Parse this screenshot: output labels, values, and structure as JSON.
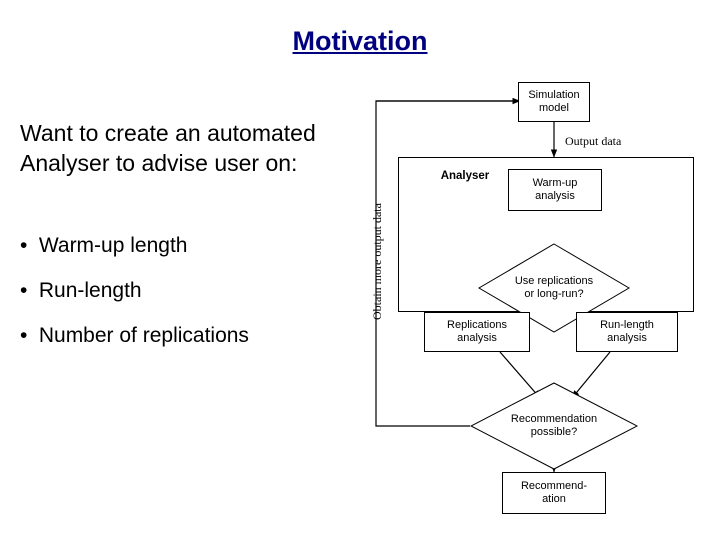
{
  "slide": {
    "title": "Motivation",
    "title_color": "#000080",
    "background": "#ffffff"
  },
  "left_panel": {
    "lead_text": "Want to create an automated Analyser to advise user on:",
    "bullet_marker": "•",
    "bullets": [
      "Warm-up length",
      "Run-length",
      "Number of replications"
    ]
  },
  "flowchart": {
    "nodes": [
      {
        "id": "simulation-model",
        "label": "Simulation\nmodel",
        "shape": "rect",
        "bold": false
      },
      {
        "id": "analyser",
        "label": "Analyser",
        "shape": "rect",
        "bold": true
      },
      {
        "id": "warm-up-analysis",
        "label": "Warm-up\nanalysis",
        "shape": "rect",
        "bold": false
      },
      {
        "id": "use-replications-or-long-run",
        "label": "Use replications\nor long-run?",
        "shape": "diamond",
        "bold": false
      },
      {
        "id": "replications-analysis",
        "label": "Replications\nanalysis",
        "shape": "rect",
        "bold": false
      },
      {
        "id": "run-length-analysis",
        "label": "Run-length\nanalysis",
        "shape": "rect",
        "bold": false
      },
      {
        "id": "recommendation-possible",
        "label": "Recommendation\npossible?",
        "shape": "diamond",
        "bold": false
      },
      {
        "id": "recommendation",
        "label": "Recommend-\nation",
        "shape": "rect",
        "bold": false
      }
    ],
    "edge_labels": {
      "output_data": "Output data",
      "obtain_more_output_data": "Obtain more output data"
    }
  }
}
